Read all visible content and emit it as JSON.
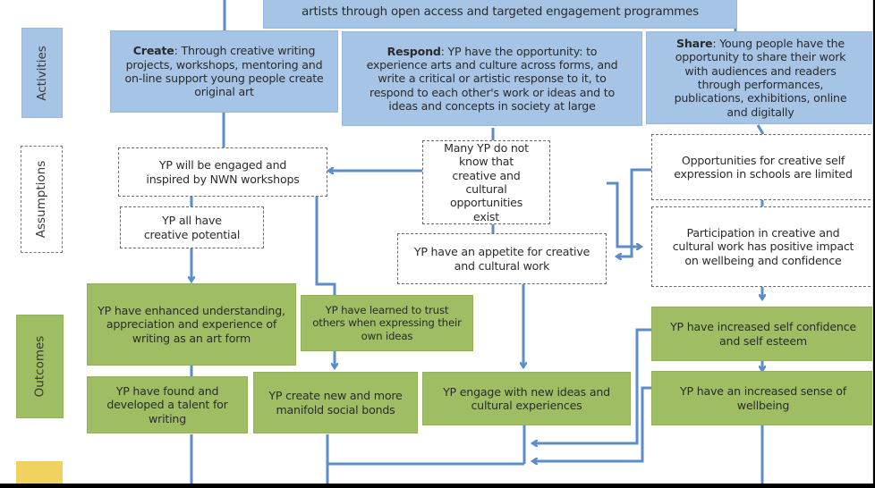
{
  "diagram": {
    "type": "logic-model flowchart",
    "colors": {
      "activities": "#a6c4e6",
      "outcomes": "#9fbe63",
      "assumptions": "#ffffff",
      "connector": "#5b8dc8",
      "next_row_label": "#f0d35f"
    },
    "row_labels": {
      "activities": "Activities",
      "assumptions": "Assumptions",
      "outcomes": "Outcomes"
    },
    "top_box": {
      "text": "artists through open access and targeted engagement programmes"
    },
    "activities": [
      {
        "title": "Create",
        "text": ": Through creative writing projects, workshops, mentoring and on-line support young people create original art"
      },
      {
        "title": "Respond",
        "text": ": YP have the opportunity: to experience arts and culture across forms, and write a critical or artistic response to it, to respond to each other's work or ideas and to ideas and concepts in society at large"
      },
      {
        "title": "Share",
        "text": ": Young people have the opportunity to share their work with audiences and readers through performances, publications, exhibitions, online and digitally"
      }
    ],
    "assumptions": [
      {
        "id": "engaged",
        "text": "YP will be engaged and inspired by NWN workshops"
      },
      {
        "id": "potential",
        "text": "YP all have creative potential"
      },
      {
        "id": "unaware",
        "text": "Many YP do not know that creative and cultural opportunities exist"
      },
      {
        "id": "appetite",
        "text": "YP have an appetite for creative and cultural work"
      },
      {
        "id": "limited",
        "text": "Opportunities for creative self expression in schools are limited"
      },
      {
        "id": "positive",
        "text": "Participation in creative and cultural work has positive impact on wellbeing and confidence"
      }
    ],
    "outcomes": [
      {
        "id": "understanding",
        "text": "YP have enhanced understanding, appreciation and experience of writing as an art form"
      },
      {
        "id": "trust",
        "text": "YP have learned to trust others when expressing their own ideas"
      },
      {
        "id": "talent",
        "text": "YP have found and developed a talent for writing"
      },
      {
        "id": "bonds",
        "text": "YP create new and more manifold social bonds"
      },
      {
        "id": "engage",
        "text": "YP engage with new ideas and cultural experiences"
      },
      {
        "id": "confidence",
        "text": "YP have increased self confidence and self esteem"
      },
      {
        "id": "wellbeing",
        "text": "YP have an increased sense of wellbeing"
      }
    ]
  }
}
